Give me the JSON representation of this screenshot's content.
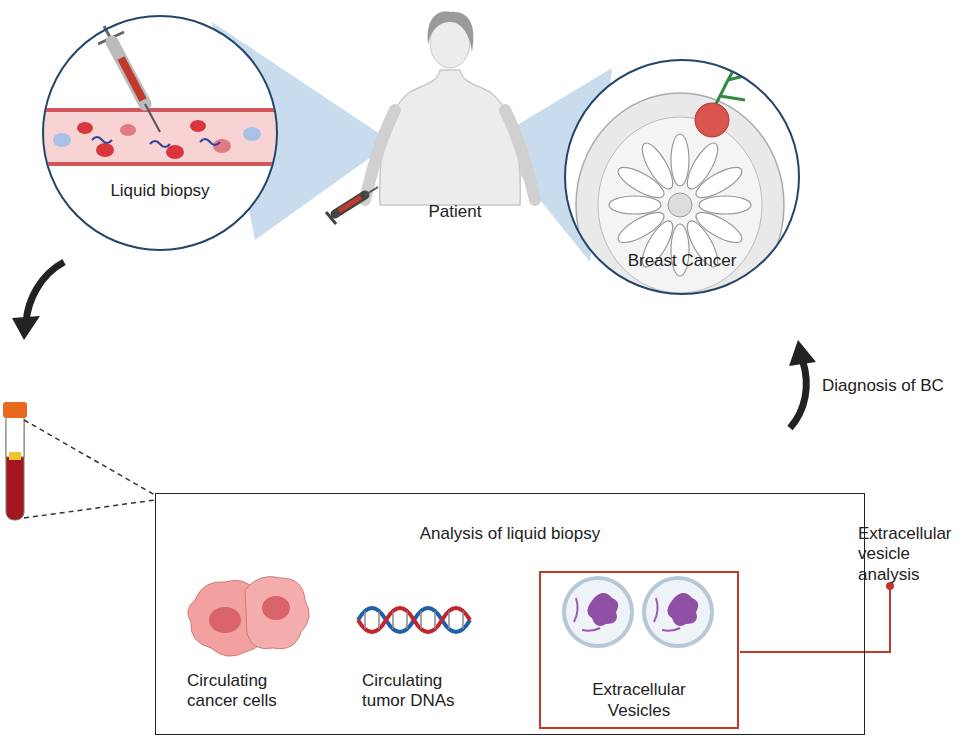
{
  "diagram": {
    "nodes": [
      {
        "text": [
          "Liquid biopsy"
        ]
      },
      {
        "text": [
          "Breast Cancer"
        ]
      },
      {
        "text": [
          "Analysis of liquid biopsy"
        ]
      },
      {
        "text": [
          "Extracellular Vesicles"
        ],
        "in": 2
      }
    ],
    "labels": [
      "Patient",
      "Diagnosis of BC",
      "Circulating cancer cells",
      "Circulating tumor DNAs",
      "Extracellular vesicle analysis"
    ]
  }
}
